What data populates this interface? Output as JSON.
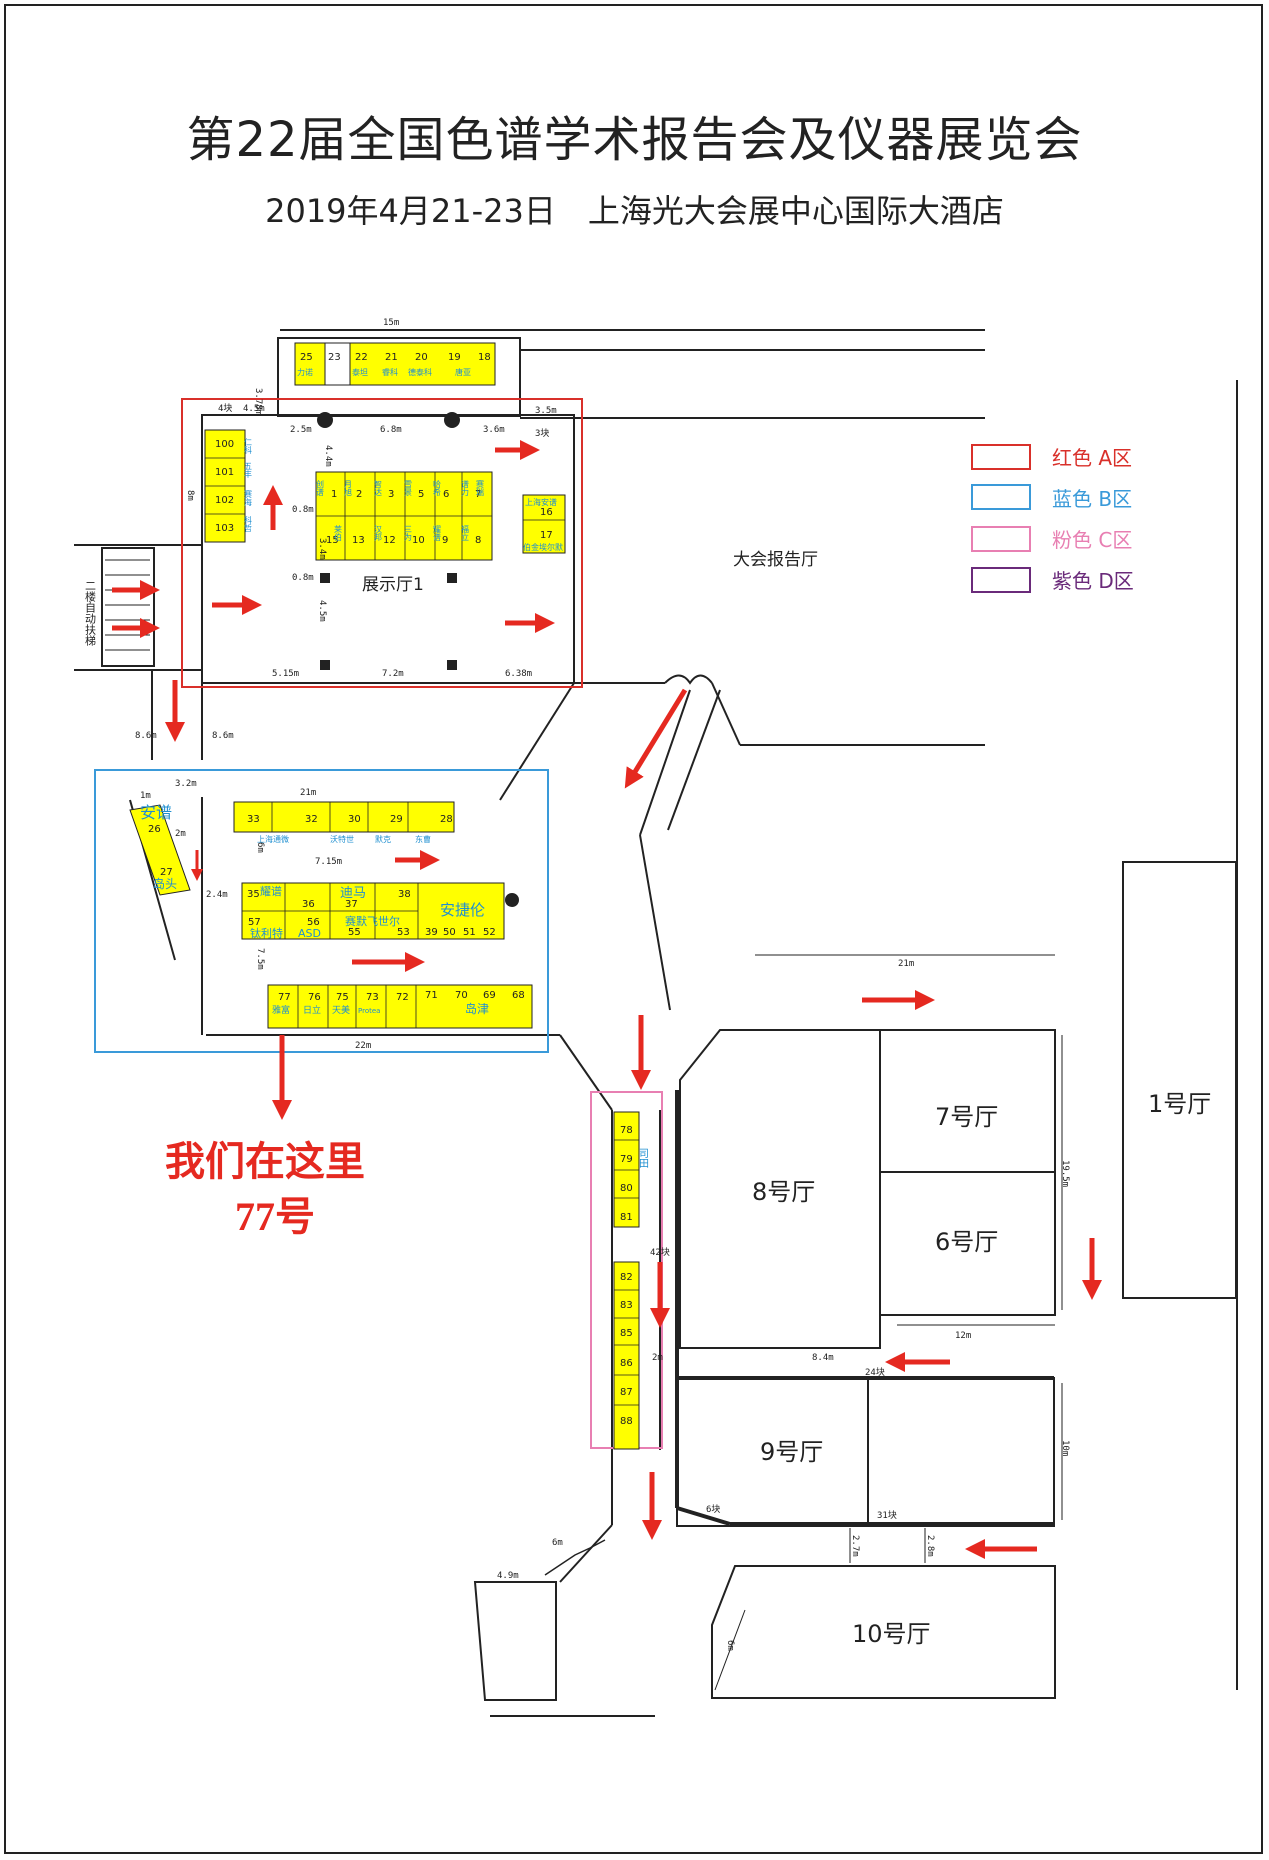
{
  "title": "第22届全国色谱学术报告会及仪器展览会",
  "subtitle": "2019年4月21-23日　上海光大会展中心国际大酒店",
  "legend": [
    {
      "label": "红色 A区",
      "color": "#d9302a"
    },
    {
      "label": "蓝色 B区",
      "color": "#3a9ad9"
    },
    {
      "label": "粉色 C区",
      "color": "#e87fb2"
    },
    {
      "label": "紫色 D区",
      "color": "#6a2a7a"
    }
  ],
  "colors": {
    "booth": "#ffff00",
    "arrow": "#e52920",
    "line": "#222222",
    "booth_num": "#222222",
    "booth_company": "#1f8fd0",
    "note": "#e52920",
    "zone_a": "#d9302a",
    "zone_b": "#3a9ad9",
    "zone_c": "#e87fb2",
    "zone_d": "#6a2a7a"
  },
  "halls": {
    "exhibition1": "展示厅1",
    "conference": "大会报告厅",
    "escalator": "二楼自动扶梯",
    "h1": "1号厅",
    "h6": "6号厅",
    "h7": "7号厅",
    "h8": "8号厅",
    "h9": "9号厅",
    "h10": "10号厅"
  },
  "note": {
    "line1": "我们在这里",
    "line2": "77号"
  },
  "dimensions": [
    "15m",
    "3.78m",
    "4块",
    "4.5m",
    "3.5m",
    "3块",
    "2.5m",
    "6.8m",
    "3.6m",
    "4.4m",
    "8m",
    "0.8m",
    "3.4m",
    "0.8m",
    "4.5m",
    "5.15m",
    "7.2m",
    "6.38m",
    "8.6m",
    "8.6m",
    "3.2m",
    "1m",
    "21m",
    "2m",
    "6m",
    "7.15m",
    "2.4m",
    "7.5m",
    "22m",
    "21m",
    "42块",
    "2m",
    "19.5m",
    "12m",
    "8.4m",
    "24块",
    "10m",
    "6块",
    "31块",
    "2.7m",
    "2.8m",
    "6m",
    "4.9m",
    "6m"
  ],
  "booths": {
    "top_row": [
      "25",
      "23",
      "22",
      "21",
      "20",
      "19",
      "18"
    ],
    "top_companies": [
      "力诺",
      "泰坦",
      "睿科",
      "德泰科",
      "唐亚"
    ],
    "a_left": [
      "100",
      "101",
      "102",
      "103"
    ],
    "a_left_companies": [
      "仁科",
      "五丰",
      "赛海",
      "科哲"
    ],
    "a_center_top": [
      "1",
      "2",
      "3",
      "5",
      "6",
      "7"
    ],
    "a_center_top_companies": [
      "创谱",
      "月旭",
      "智达",
      "雪景",
      "哈希",
      "谱力",
      "赛瑞"
    ],
    "a_center_bottom": [
      "15",
      "13",
      "12",
      "10",
      "9",
      "8"
    ],
    "a_center_bottom_companies": [
      "莱伯",
      "汉邦",
      "三为",
      "耀谱",
      "福立"
    ],
    "a_right": [
      "16",
      "17"
    ],
    "a_right_companies": [
      "上海安谱",
      "伯金埃尔默"
    ],
    "b_row1": [
      "33",
      "32",
      "30",
      "29",
      "28"
    ],
    "b_row1_companies": [
      "上海通微",
      "沃特世",
      "默克",
      "东曹"
    ],
    "b_diag": [
      "26",
      "27"
    ],
    "b_diag_companies": [
      "安谱",
      "岛头"
    ],
    "b_row2_top": [
      "35",
      "36",
      "37",
      "38"
    ],
    "b_row2_bottom": [
      "57",
      "56",
      "55",
      "53",
      "39",
      "50",
      "51",
      "52"
    ],
    "b_row2_companies": [
      "耀谱",
      "迪马",
      "赛默飞世尔",
      "安捷伦",
      "钛利特",
      "ASD"
    ],
    "b_row3": [
      "77",
      "76",
      "75",
      "73",
      "72",
      "71",
      "70",
      "69",
      "68"
    ],
    "b_row3_companies": [
      "雅富",
      "日立",
      "天美",
      "Protea",
      "岛津"
    ],
    "c_column": [
      "78",
      "79",
      "80",
      "81",
      "82",
      "83",
      "85",
      "86",
      "87",
      "88"
    ],
    "c_companies": [
      "司田"
    ]
  }
}
